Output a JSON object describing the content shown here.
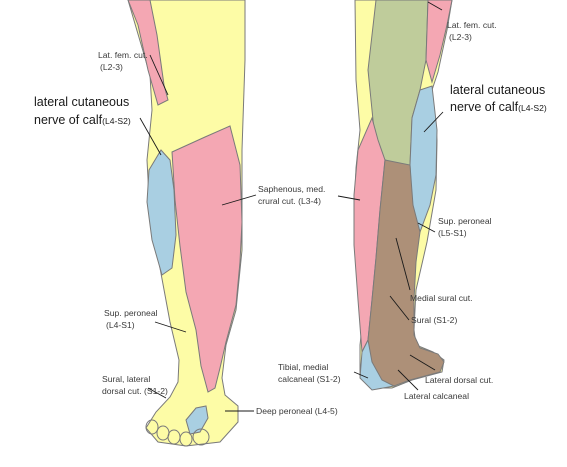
{
  "colors": {
    "yellow": "#fdfca6",
    "pink": "#f4a7b3",
    "blue": "#a9cfe2",
    "green": "#bfcc9b",
    "brown": "#ad9078",
    "outline": "#7a7a7a"
  },
  "labels": {
    "lat_fem_cut_left": {
      "line1": "Lat. fem. cut.",
      "line2": "(L2-3)"
    },
    "lat_fem_cut_right": {
      "line1": "Lat. fem. cut.",
      "line2": "(L2-3)"
    },
    "lat_cut_nerve_calf_left": {
      "line1": "lateral cutaneous",
      "line2": "nerve of calf",
      "root": "(L4-S2)"
    },
    "lat_cut_nerve_calf_right": {
      "line1": "lateral cutaneous",
      "line2": "nerve of calf",
      "root": "(L4-S2)"
    },
    "saphenous": {
      "line1": "Saphenous, med.",
      "line2": "crural cut. (L3-4)"
    },
    "sup_peroneal_left": {
      "line1": "Sup. peroneal",
      "line2": "(L4-S1)"
    },
    "sup_peroneal_right": {
      "line1": "Sup. peroneal",
      "line2": "(L5-S1)"
    },
    "sural_lateral_dorsal": {
      "line1": "Sural, lateral",
      "line2": "dorsal cut. (S1-2)"
    },
    "deep_peroneal": "Deep peroneal (L4-5)",
    "medial_sural": "Medial sural cut.",
    "sural": "Sural (S1-2)",
    "tibial_medial_calcaneal": {
      "line1": "Tibial, medial",
      "line2": "calcaneal (S1-2)"
    },
    "lateral_dorsal_cut": "Lateral dorsal cut.",
    "lateral_calcaneal": "Lateral calcaneal"
  }
}
